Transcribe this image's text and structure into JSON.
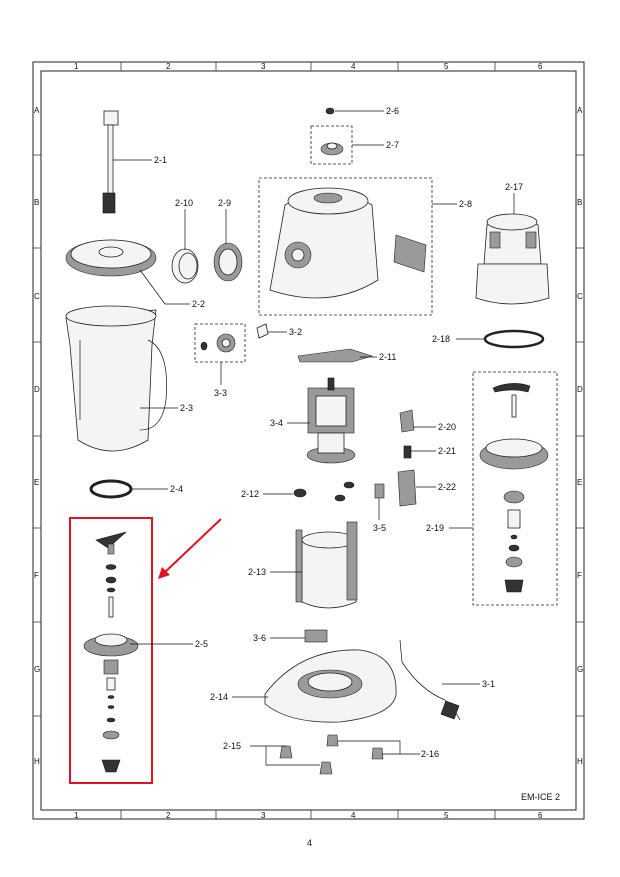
{
  "grid": {
    "columns": [
      "1",
      "2",
      "3",
      "4",
      "5",
      "6"
    ],
    "rows": [
      "A",
      "B",
      "C",
      "D",
      "E",
      "F",
      "G",
      "H"
    ]
  },
  "labels": {
    "p2_1": "2-1",
    "p2_2": "2-2",
    "p2_3": "2-3",
    "p2_4": "2-4",
    "p2_5": "2-5",
    "p2_6": "2-6",
    "p2_7": "2-7",
    "p2_8": "2-8",
    "p2_9": "2-9",
    "p2_10": "2-10",
    "p2_11": "2-11",
    "p2_12": "2-12",
    "p2_13": "2-13",
    "p2_14": "2-14",
    "p2_15": "2-15",
    "p2_16": "2-16",
    "p2_17": "2-17",
    "p2_18": "2-18",
    "p2_19": "2-19",
    "p2_20": "2-20",
    "p2_21": "2-21",
    "p2_22": "2-22",
    "p3_1": "3-1",
    "p3_2": "3-2",
    "p3_3": "3-3",
    "p3_4": "3-4",
    "p3_5": "3-5",
    "p3_6": "3-6"
  },
  "model": "EM-ICE 2",
  "page_number": "4",
  "highlight_color": "#e0141e"
}
